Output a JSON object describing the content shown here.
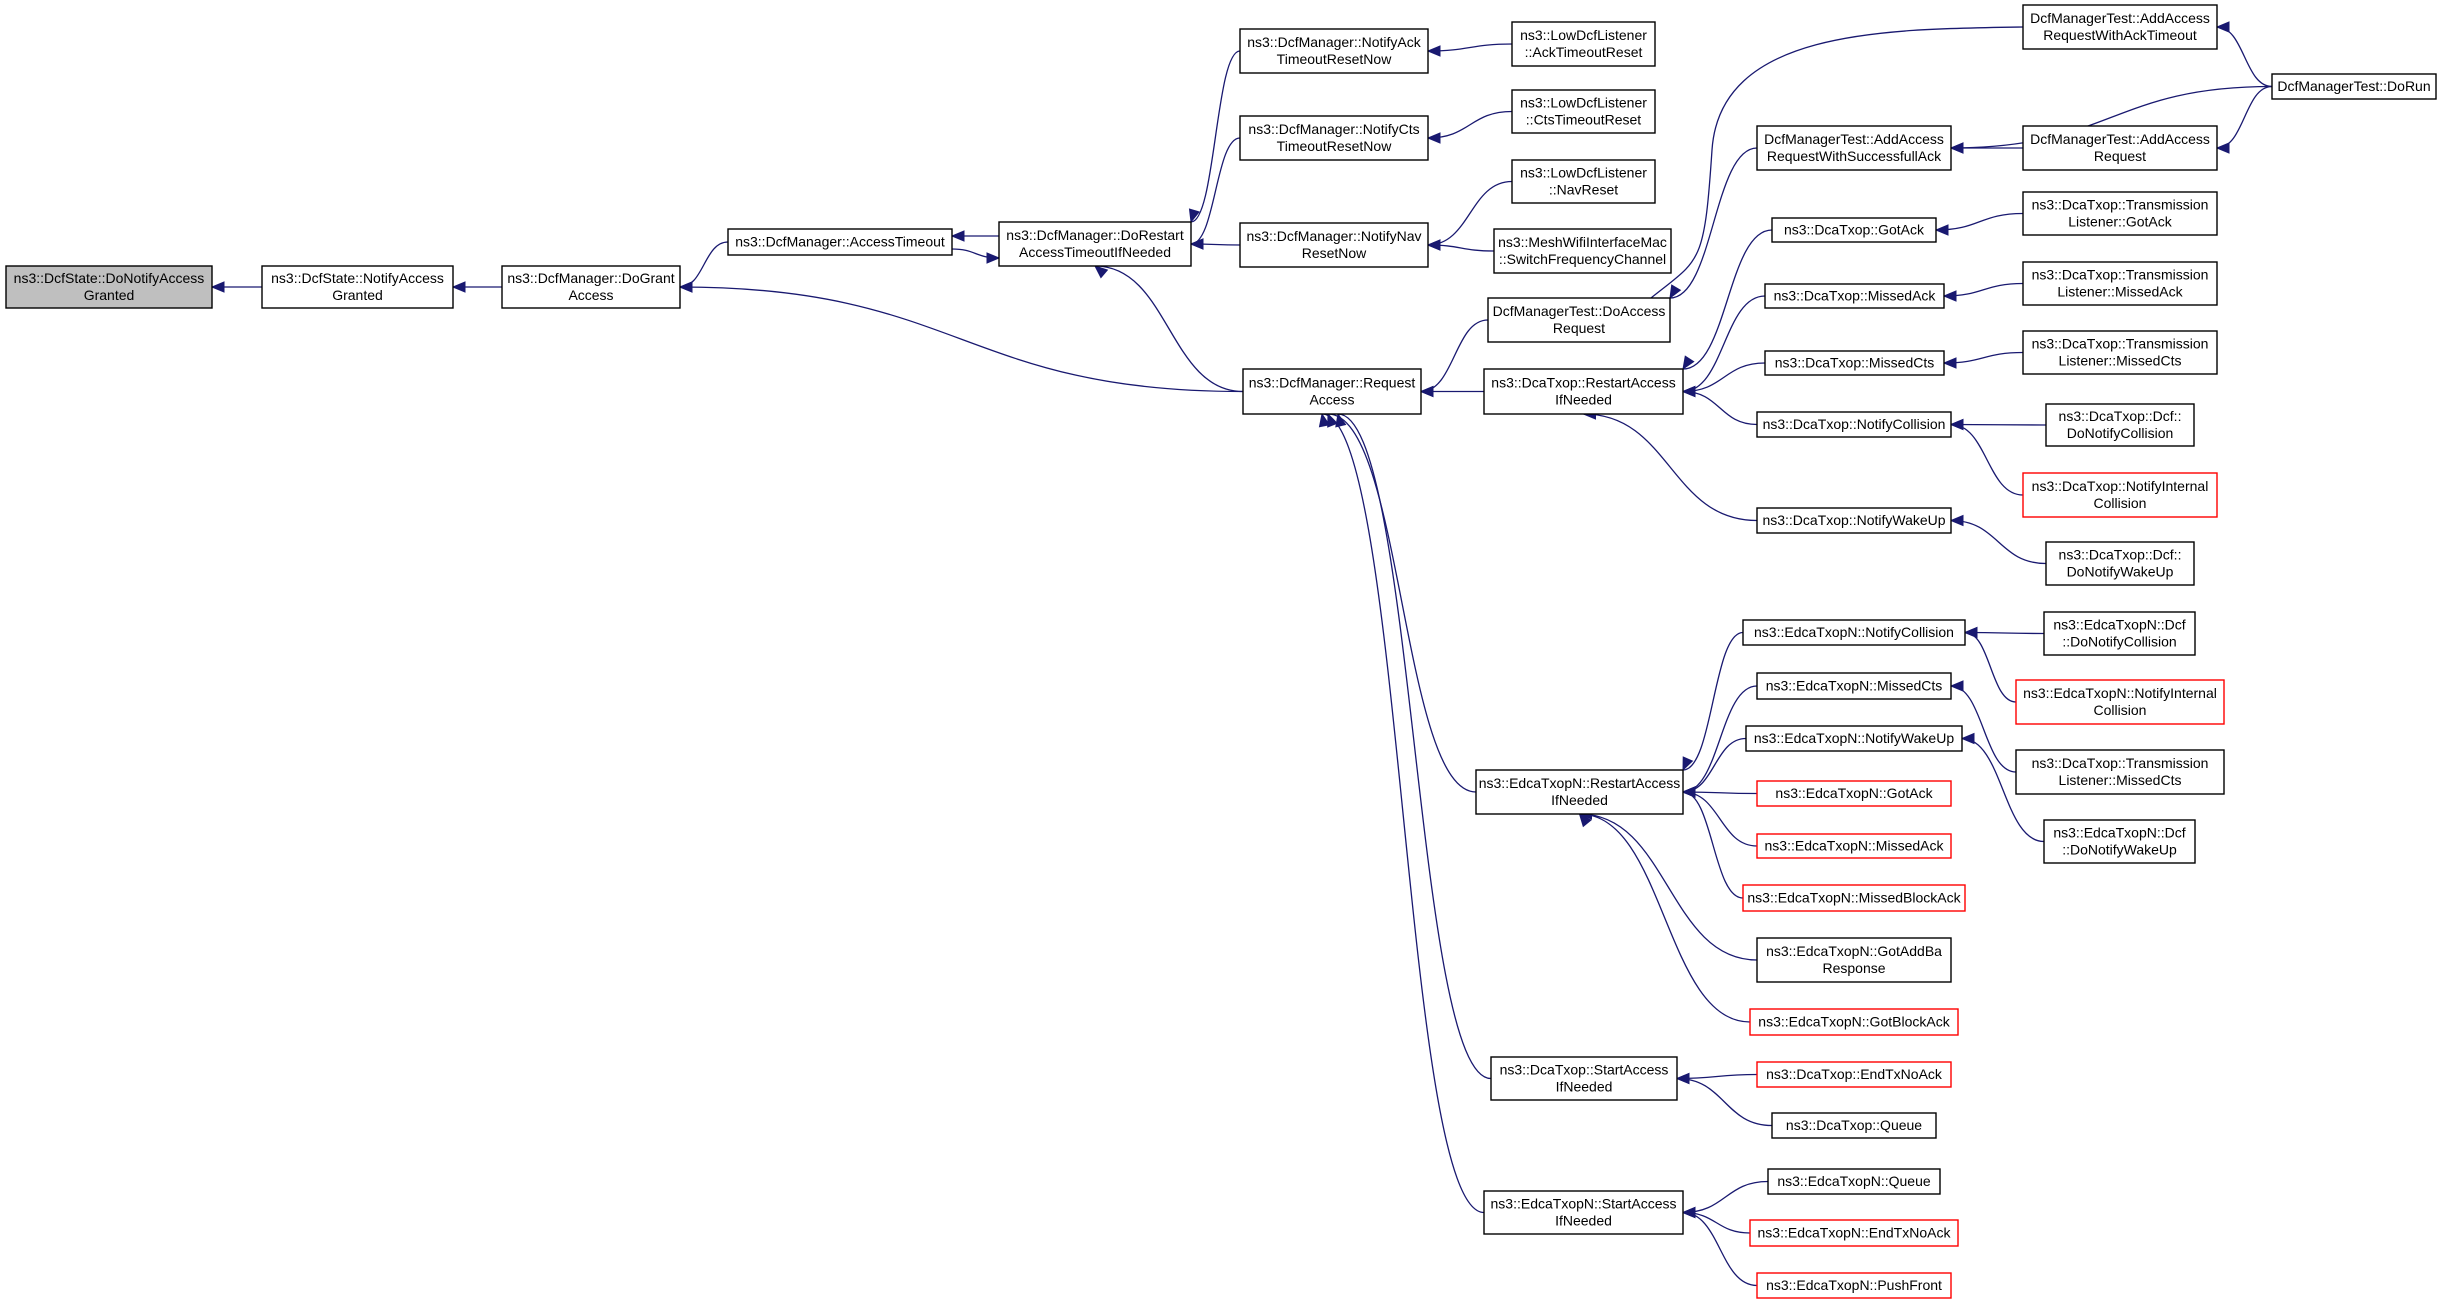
{
  "nodes": [
    {
      "id": "n0",
      "name": "node-dcfstate-donotifyaccessgranted",
      "lines": [
        "ns3::DcfState::DoNotifyAccess",
        "Granted"
      ],
      "style": "focus"
    },
    {
      "id": "n1",
      "name": "node-dcfstate-notifyaccessgranted",
      "lines": [
        "ns3::DcfState::NotifyAccess",
        "Granted"
      ],
      "style": "normal"
    },
    {
      "id": "n2",
      "name": "node-dcfmanager-dograntaccess",
      "lines": [
        "ns3::DcfManager::DoGrant",
        "Access"
      ],
      "style": "normal"
    },
    {
      "id": "n3",
      "name": "node-dcfmanager-accesstimeout",
      "lines": [
        "ns3::DcfManager::AccessTimeout"
      ],
      "style": "normal"
    },
    {
      "id": "n4",
      "name": "node-dcfmanager-dorestartaccesstimeoutifneeded",
      "lines": [
        "ns3::DcfManager::DoRestart",
        "AccessTimeoutIfNeeded"
      ],
      "style": "normal"
    },
    {
      "id": "n5",
      "name": "node-dcfmanager-notifyacktimeoutresetnow",
      "lines": [
        "ns3::DcfManager::NotifyAck",
        "TimeoutResetNow"
      ],
      "style": "normal"
    },
    {
      "id": "n6",
      "name": "node-dcfmanager-notifyctstimeoutresetnow",
      "lines": [
        "ns3::DcfManager::NotifyCts",
        "TimeoutResetNow"
      ],
      "style": "normal"
    },
    {
      "id": "n7",
      "name": "node-dcfmanager-notifynavresetnow",
      "lines": [
        "ns3::DcfManager::NotifyNav",
        "ResetNow"
      ],
      "style": "normal"
    },
    {
      "id": "n8",
      "name": "node-dcfmanager-requestaccess",
      "lines": [
        "ns3::DcfManager::Request",
        "Access"
      ],
      "style": "normal"
    },
    {
      "id": "n9",
      "name": "node-lowdcflistener-acktimeoutreset",
      "lines": [
        "ns3::LowDcfListener",
        "::AckTimeoutReset"
      ],
      "style": "normal"
    },
    {
      "id": "n10",
      "name": "node-lowdcflistener-ctstimeoutreset",
      "lines": [
        "ns3::LowDcfListener",
        "::CtsTimeoutReset"
      ],
      "style": "normal"
    },
    {
      "id": "n11",
      "name": "node-lowdcflistener-navreset",
      "lines": [
        "ns3::LowDcfListener",
        "::NavReset"
      ],
      "style": "normal"
    },
    {
      "id": "n12",
      "name": "node-meshwifiinterfacemac-switchfrequencychannel",
      "lines": [
        "ns3::MeshWifiInterfaceMac",
        "::SwitchFrequencyChannel"
      ],
      "style": "normal"
    },
    {
      "id": "n13",
      "name": "node-dcfmanagertest-doaccessrequest",
      "lines": [
        "DcfManagerTest::DoAccess",
        "Request"
      ],
      "style": "normal"
    },
    {
      "id": "n14",
      "name": "node-dcatxop-restartaccessifneeded",
      "lines": [
        "ns3::DcaTxop::RestartAccess",
        "IfNeeded"
      ],
      "style": "normal"
    },
    {
      "id": "n15",
      "name": "node-edcatxopn-restartaccessifneeded",
      "lines": [
        "ns3::EdcaTxopN::RestartAccess",
        "IfNeeded"
      ],
      "style": "normal"
    },
    {
      "id": "n16",
      "name": "node-dcatxop-startaccessifneeded",
      "lines": [
        "ns3::DcaTxop::StartAccess",
        "IfNeeded"
      ],
      "style": "normal"
    },
    {
      "id": "n17",
      "name": "node-edcatxopn-startaccessifneeded",
      "lines": [
        "ns3::EdcaTxopN::StartAccess",
        "IfNeeded"
      ],
      "style": "normal"
    },
    {
      "id": "n18",
      "name": "node-dcfmanagertest-addaccessrequestwithacktimeout",
      "lines": [
        "DcfManagerTest::AddAccess",
        "RequestWithAckTimeout"
      ],
      "style": "normal"
    },
    {
      "id": "n19",
      "name": "node-dcfmanagertest-addaccessrequestwithsuccessfullack",
      "lines": [
        "DcfManagerTest::AddAccess",
        "RequestWithSuccessfullAck"
      ],
      "style": "normal"
    },
    {
      "id": "n20",
      "name": "node-dcfmanagertest-addaccessrequest",
      "lines": [
        "DcfManagerTest::AddAccess",
        "Request"
      ],
      "style": "normal"
    },
    {
      "id": "n21",
      "name": "node-dcfmanagertest-dorun",
      "lines": [
        "DcfManagerTest::DoRun"
      ],
      "style": "normal"
    },
    {
      "id": "n22",
      "name": "node-dcatxop-gotack",
      "lines": [
        "ns3::DcaTxop::GotAck"
      ],
      "style": "normal"
    },
    {
      "id": "n23",
      "name": "node-dcatxop-missedack",
      "lines": [
        "ns3::DcaTxop::MissedAck"
      ],
      "style": "normal"
    },
    {
      "id": "n24",
      "name": "node-dcatxop-missedcts",
      "lines": [
        "ns3::DcaTxop::MissedCts"
      ],
      "style": "normal"
    },
    {
      "id": "n25",
      "name": "node-dcatxop-notifycollision",
      "lines": [
        "ns3::DcaTxop::NotifyCollision"
      ],
      "style": "normal"
    },
    {
      "id": "n26",
      "name": "node-dcatxop-notifywakeup",
      "lines": [
        "ns3::DcaTxop::NotifyWakeUp"
      ],
      "style": "normal"
    },
    {
      "id": "n27",
      "name": "node-dcatxop-transmissionlistener-gotack",
      "lines": [
        "ns3::DcaTxop::Transmission",
        "Listener::GotAck"
      ],
      "style": "normal"
    },
    {
      "id": "n28",
      "name": "node-dcatxop-transmissionlistener-missedack",
      "lines": [
        "ns3::DcaTxop::Transmission",
        "Listener::MissedAck"
      ],
      "style": "normal"
    },
    {
      "id": "n29",
      "name": "node-dcatxop-transmissionlistener-missedcts",
      "lines": [
        "ns3::DcaTxop::Transmission",
        "Listener::MissedCts"
      ],
      "style": "normal"
    },
    {
      "id": "n30",
      "name": "node-dcatxop-dcf-donotifycollision",
      "lines": [
        "ns3::DcaTxop::Dcf::",
        "DoNotifyCollision"
      ],
      "style": "normal"
    },
    {
      "id": "n31",
      "name": "node-dcatxop-notifyinternalcollision",
      "lines": [
        "ns3::DcaTxop::NotifyInternal",
        "Collision"
      ],
      "style": "red"
    },
    {
      "id": "n32",
      "name": "node-dcatxop-dcf-donotifywakeup",
      "lines": [
        "ns3::DcaTxop::Dcf::",
        "DoNotifyWakeUp"
      ],
      "style": "normal"
    },
    {
      "id": "n33",
      "name": "node-edcatxopn-notifycollision",
      "lines": [
        "ns3::EdcaTxopN::NotifyCollision"
      ],
      "style": "normal"
    },
    {
      "id": "n34",
      "name": "node-edcatxopn-missedcts",
      "lines": [
        "ns3::EdcaTxopN::MissedCts"
      ],
      "style": "normal"
    },
    {
      "id": "n35",
      "name": "node-edcatxopn-notifywakeup",
      "lines": [
        "ns3::EdcaTxopN::NotifyWakeUp"
      ],
      "style": "normal"
    },
    {
      "id": "n36",
      "name": "node-edcatxopn-gotack",
      "lines": [
        "ns3::EdcaTxopN::GotAck"
      ],
      "style": "red"
    },
    {
      "id": "n37",
      "name": "node-edcatxopn-missedack",
      "lines": [
        "ns3::EdcaTxopN::MissedAck"
      ],
      "style": "red"
    },
    {
      "id": "n38",
      "name": "node-edcatxopn-missedblockack",
      "lines": [
        "ns3::EdcaTxopN::MissedBlockAck"
      ],
      "style": "red"
    },
    {
      "id": "n39",
      "name": "node-edcatxopn-gotaddbaresponse",
      "lines": [
        "ns3::EdcaTxopN::GotAddBa",
        "Response"
      ],
      "style": "normal"
    },
    {
      "id": "n40",
      "name": "node-edcatxopn-gotblockack",
      "lines": [
        "ns3::EdcaTxopN::GotBlockAck"
      ],
      "style": "red"
    },
    {
      "id": "n41",
      "name": "node-edcatxopn-dcf-donotifycollision",
      "lines": [
        "ns3::EdcaTxopN::Dcf",
        "::DoNotifyCollision"
      ],
      "style": "normal"
    },
    {
      "id": "n42",
      "name": "node-edcatxopn-notifyinternalcollision",
      "lines": [
        "ns3::EdcaTxopN::NotifyInternal",
        "Collision"
      ],
      "style": "red"
    },
    {
      "id": "n43",
      "name": "node-dcatxop-transmissionlistener-missedcts-2",
      "lines": [
        "ns3::DcaTxop::Transmission",
        "Listener::MissedCts"
      ],
      "style": "normal"
    },
    {
      "id": "n44",
      "name": "node-edcatxopn-dcf-donotifywakeup",
      "lines": [
        "ns3::EdcaTxopN::Dcf",
        "::DoNotifyWakeUp"
      ],
      "style": "normal"
    },
    {
      "id": "n45",
      "name": "node-dcatxop-endtxnoack",
      "lines": [
        "ns3::DcaTxop::EndTxNoAck"
      ],
      "style": "red"
    },
    {
      "id": "n46",
      "name": "node-dcatxop-queue",
      "lines": [
        "ns3::DcaTxop::Queue"
      ],
      "style": "normal"
    },
    {
      "id": "n47",
      "name": "node-edcatxopn-queue",
      "lines": [
        "ns3::EdcaTxopN::Queue"
      ],
      "style": "normal"
    },
    {
      "id": "n48",
      "name": "node-edcatxopn-endtxnoack",
      "lines": [
        "ns3::EdcaTxopN::EndTxNoAck"
      ],
      "style": "red"
    },
    {
      "id": "n49",
      "name": "node-edcatxopn-pushfront",
      "lines": [
        "ns3::EdcaTxopN::PushFront"
      ],
      "style": "red"
    }
  ],
  "edges": [
    {
      "from": "n1",
      "to": "n0"
    },
    {
      "from": "n2",
      "to": "n1"
    },
    {
      "from": "n3",
      "to": "n2"
    },
    {
      "from": "n8",
      "to": "n2"
    },
    {
      "from": "n4",
      "to": "n3"
    },
    {
      "from": "n3",
      "to": "n4"
    },
    {
      "from": "n5",
      "to": "n4"
    },
    {
      "from": "n6",
      "to": "n4"
    },
    {
      "from": "n7",
      "to": "n4"
    },
    {
      "from": "n8",
      "to": "n4"
    },
    {
      "from": "n9",
      "to": "n5"
    },
    {
      "from": "n10",
      "to": "n6"
    },
    {
      "from": "n11",
      "to": "n7"
    },
    {
      "from": "n12",
      "to": "n7"
    },
    {
      "from": "n13",
      "to": "n8"
    },
    {
      "from": "n14",
      "to": "n8"
    },
    {
      "from": "n15",
      "to": "n8"
    },
    {
      "from": "n16",
      "to": "n8"
    },
    {
      "from": "n17",
      "to": "n8"
    },
    {
      "from": "n18",
      "to": "n13"
    },
    {
      "from": "n19",
      "to": "n13"
    },
    {
      "from": "n21",
      "to": "n18"
    },
    {
      "from": "n20",
      "to": "n19"
    },
    {
      "from": "n21",
      "to": "n19"
    },
    {
      "from": "n21",
      "to": "n20"
    },
    {
      "from": "n22",
      "to": "n14"
    },
    {
      "from": "n23",
      "to": "n14"
    },
    {
      "from": "n24",
      "to": "n14"
    },
    {
      "from": "n25",
      "to": "n14"
    },
    {
      "from": "n26",
      "to": "n14"
    },
    {
      "from": "n27",
      "to": "n22"
    },
    {
      "from": "n28",
      "to": "n23"
    },
    {
      "from": "n29",
      "to": "n24"
    },
    {
      "from": "n30",
      "to": "n25"
    },
    {
      "from": "n31",
      "to": "n25"
    },
    {
      "from": "n32",
      "to": "n26"
    },
    {
      "from": "n33",
      "to": "n15"
    },
    {
      "from": "n34",
      "to": "n15"
    },
    {
      "from": "n35",
      "to": "n15"
    },
    {
      "from": "n36",
      "to": "n15"
    },
    {
      "from": "n37",
      "to": "n15"
    },
    {
      "from": "n38",
      "to": "n15"
    },
    {
      "from": "n39",
      "to": "n15"
    },
    {
      "from": "n40",
      "to": "n15"
    },
    {
      "from": "n41",
      "to": "n33"
    },
    {
      "from": "n42",
      "to": "n33"
    },
    {
      "from": "n43",
      "to": "n34"
    },
    {
      "from": "n44",
      "to": "n35"
    },
    {
      "from": "n45",
      "to": "n16"
    },
    {
      "from": "n46",
      "to": "n16"
    },
    {
      "from": "n47",
      "to": "n17"
    },
    {
      "from": "n48",
      "to": "n17"
    },
    {
      "from": "n49",
      "to": "n17"
    }
  ],
  "colors": {
    "edge": "#191970",
    "box_stroke": "#000000",
    "red_stroke": "#ff0000",
    "focus_fill": "#bfbfbf",
    "background": "#ffffff"
  }
}
